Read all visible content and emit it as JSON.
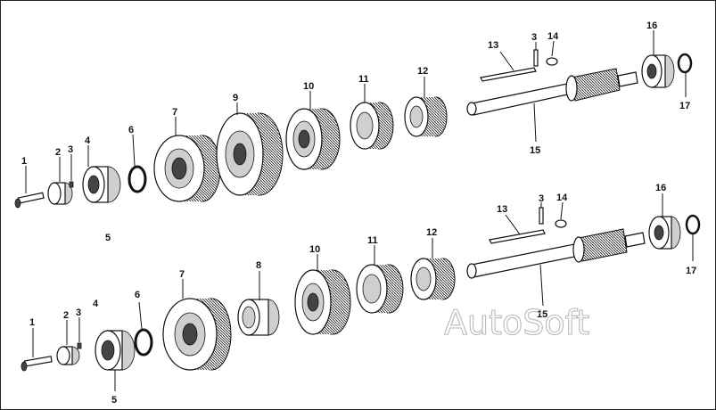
{
  "watermark": "AutoSoft",
  "top_row": {
    "labels": [
      "1",
      "2",
      "3",
      "4",
      "5",
      "6",
      "7",
      "9",
      "10",
      "11",
      "12",
      "13",
      "3",
      "14",
      "15",
      "16",
      "17"
    ]
  },
  "bottom_row": {
    "labels": [
      "1",
      "2",
      "3",
      "4",
      "5",
      "6",
      "7",
      "8",
      "10",
      "11",
      "12",
      "13",
      "3",
      "14",
      "15",
      "16",
      "17"
    ]
  }
}
